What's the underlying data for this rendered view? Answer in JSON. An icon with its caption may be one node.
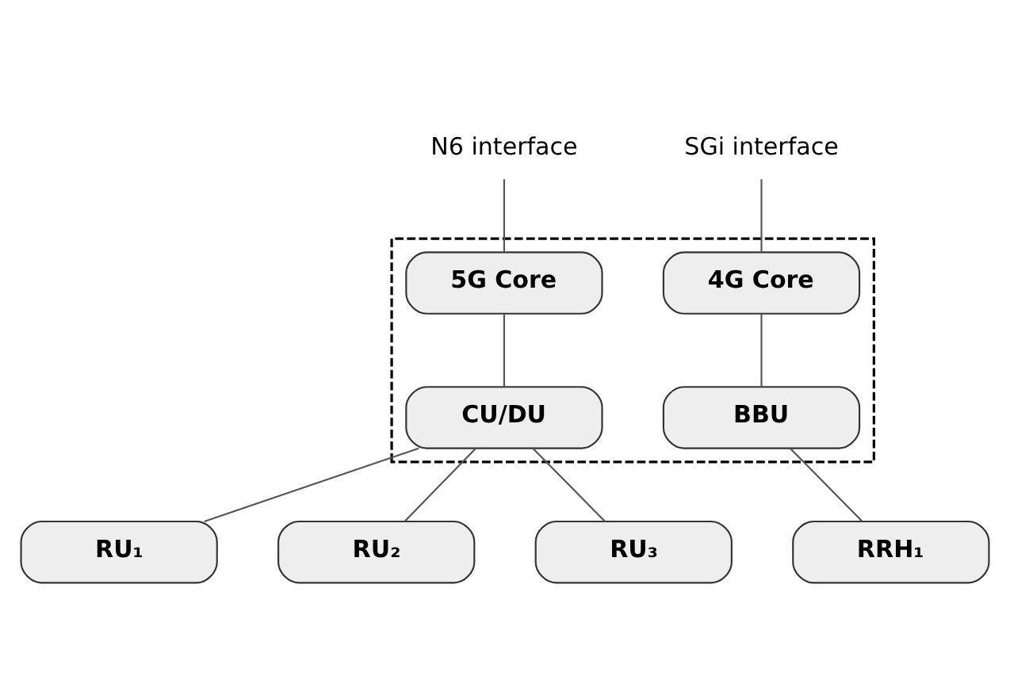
{
  "diagram": {
    "nodes": [
      {
        "text": [],
        "shape": "box"
      },
      {
        "text": [
          "N6 interface"
        ]
      },
      {
        "text": [
          "SGi interface"
        ]
      },
      {
        "text": [
          "5G Core"
        ],
        "in": 0
      },
      {
        "text": [
          "4G Core"
        ],
        "in": 0
      },
      {
        "text": [
          "CU/DU"
        ],
        "in": 0
      },
      {
        "text": [
          "BBU"
        ],
        "in": 0
      },
      {
        "text": [
          "RU₁"
        ]
      },
      {
        "text": [
          "RU₂"
        ]
      },
      {
        "text": [
          "RU₃"
        ]
      },
      {
        "text": [
          "RRH₁"
        ]
      }
    ],
    "edges": [
      {
        "from": 1,
        "to": 3,
        "arrow": "none"
      },
      {
        "from": 2,
        "to": 4,
        "arrow": "none"
      },
      {
        "from": 3,
        "to": 5,
        "arrow": "none"
      },
      {
        "from": 4,
        "to": 6,
        "arrow": "none"
      },
      {
        "from": 5,
        "to": 7,
        "arrow": "none"
      },
      {
        "from": 5,
        "to": 8,
        "arrow": "none"
      },
      {
        "from": 5,
        "to": 9,
        "arrow": "none"
      },
      {
        "from": 6,
        "to": 10,
        "arrow": "none"
      }
    ]
  }
}
